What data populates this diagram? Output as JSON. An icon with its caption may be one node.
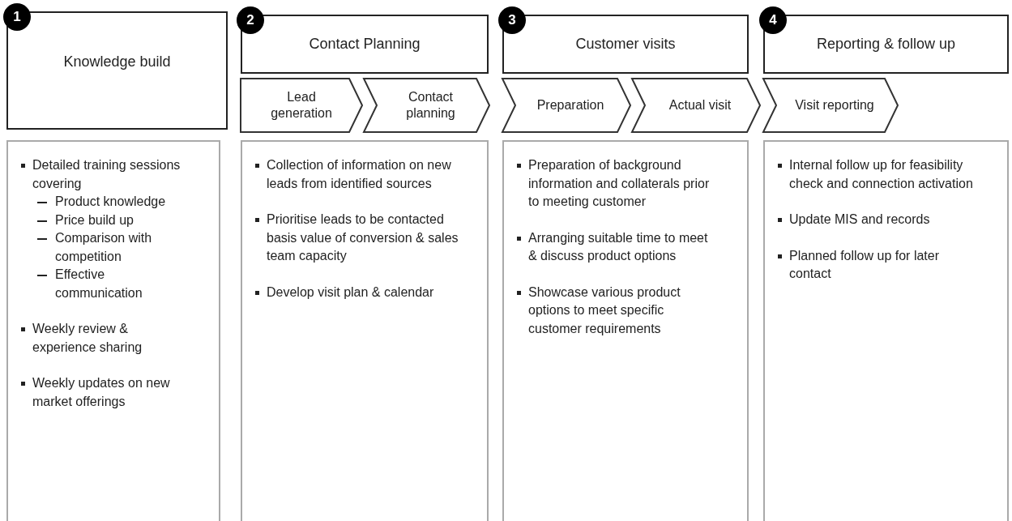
{
  "diagram": {
    "nodes": [
      {
        "text": [
          "1"
        ]
      },
      {
        "text": [
          "Knowledge build"
        ]
      },
      {
        "text": [
          "2"
        ]
      },
      {
        "text": [
          "Contact Planning"
        ]
      },
      {
        "text": [
          "Lead generation"
        ]
      },
      {
        "text": [
          "Contact planning"
        ]
      },
      {
        "text": [
          "3"
        ]
      },
      {
        "text": [
          "Customer visits"
        ]
      },
      {
        "text": [
          "Preparation"
        ]
      },
      {
        "text": [
          "Actual visit"
        ]
      },
      {
        "text": [
          "4"
        ]
      },
      {
        "text": [
          "Reporting & follow up"
        ]
      },
      {
        "text": [
          "Visit reporting"
        ]
      },
      {
        "text": [
          "Detailed training sessions covering",
          "Product knowledge",
          "Price build up",
          "Comparison with competition",
          "Effective communication",
          "Weekly review & experience sharing",
          "Weekly updates on new market offerings"
        ]
      },
      {
        "text": [
          "Collection of information on new leads from identified sources",
          "Prioritise leads to be contacted basis value of conversion & sales team capacity",
          "Develop visit plan & calendar"
        ]
      },
      {
        "text": [
          "Preparation of background information and collaterals prior to meeting customer",
          "Arranging suitable time to meet & discuss product options",
          "Showcase various product options to meet specific customer requirements"
        ]
      },
      {
        "text": [
          "Internal follow up for feasibility check and connection activation",
          "Update MIS and records",
          "Planned follow up for later contact"
        ]
      }
    ]
  }
}
